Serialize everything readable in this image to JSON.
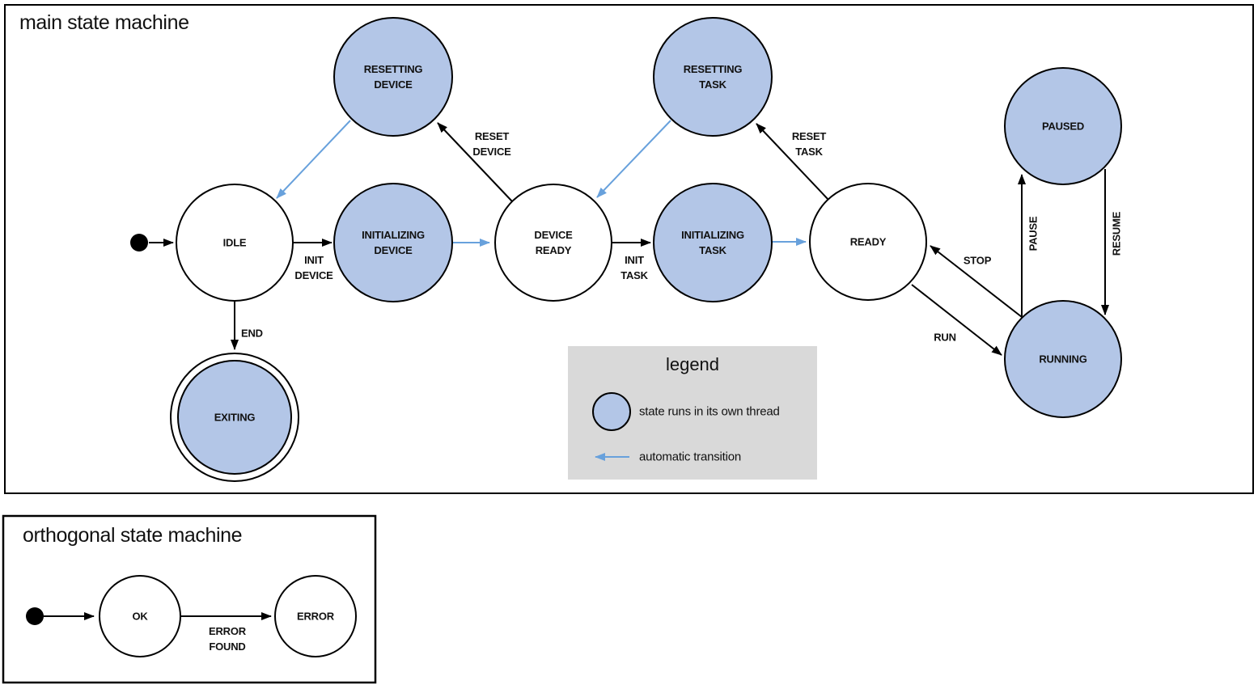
{
  "colors": {
    "threaded_state_fill": "#b3c6e7",
    "plain_state_fill": "#ffffff",
    "outline": "#000000",
    "automatic_transition_blue": "#68a1dc",
    "legend_background": "#d9d9d9"
  },
  "main_machine": {
    "title": "main state machine",
    "states": [
      {
        "id": "idle",
        "label": "IDLE",
        "threaded": false
      },
      {
        "id": "resetting-device",
        "label": "RESETTING\nDEVICE",
        "threaded": true
      },
      {
        "id": "initializing-device",
        "label": "INITIALIZING\nDEVICE",
        "threaded": true
      },
      {
        "id": "device-ready",
        "label": "DEVICE\nREADY",
        "threaded": false
      },
      {
        "id": "resetting-task",
        "label": "RESETTING\nTASK",
        "threaded": true
      },
      {
        "id": "initializing-task",
        "label": "INITIALIZING\nTASK",
        "threaded": true
      },
      {
        "id": "ready",
        "label": "READY",
        "threaded": false
      },
      {
        "id": "paused",
        "label": "PAUSED",
        "threaded": true
      },
      {
        "id": "running",
        "label": "RUNNING",
        "threaded": true
      },
      {
        "id": "exiting",
        "label": "EXITING",
        "threaded": true,
        "final_state": true
      }
    ],
    "transitions": [
      {
        "id": "init-device",
        "label": "INIT\nDEVICE"
      },
      {
        "id": "reset-device",
        "label": "RESET\nDEVICE"
      },
      {
        "id": "init-task",
        "label": "INIT\nTASK"
      },
      {
        "id": "reset-task",
        "label": "RESET\nTASK"
      },
      {
        "id": "stop",
        "label": "STOP"
      },
      {
        "id": "run",
        "label": "RUN"
      },
      {
        "id": "pause",
        "label": "PAUSE"
      },
      {
        "id": "resume",
        "label": "RESUME"
      },
      {
        "id": "end",
        "label": "END"
      }
    ]
  },
  "legend": {
    "title": "legend",
    "items": [
      {
        "symbol": "threaded-state-circle",
        "label": "state runs in its own thread"
      },
      {
        "symbol": "automatic-transition-arrow",
        "label": "automatic transition"
      }
    ]
  },
  "orthogonal_machine": {
    "title": "orthogonal state machine",
    "states": [
      {
        "id": "ok",
        "label": "OK"
      },
      {
        "id": "error",
        "label": "ERROR"
      }
    ],
    "transitions": [
      {
        "id": "error-found",
        "label": "ERROR\nFOUND"
      }
    ]
  }
}
